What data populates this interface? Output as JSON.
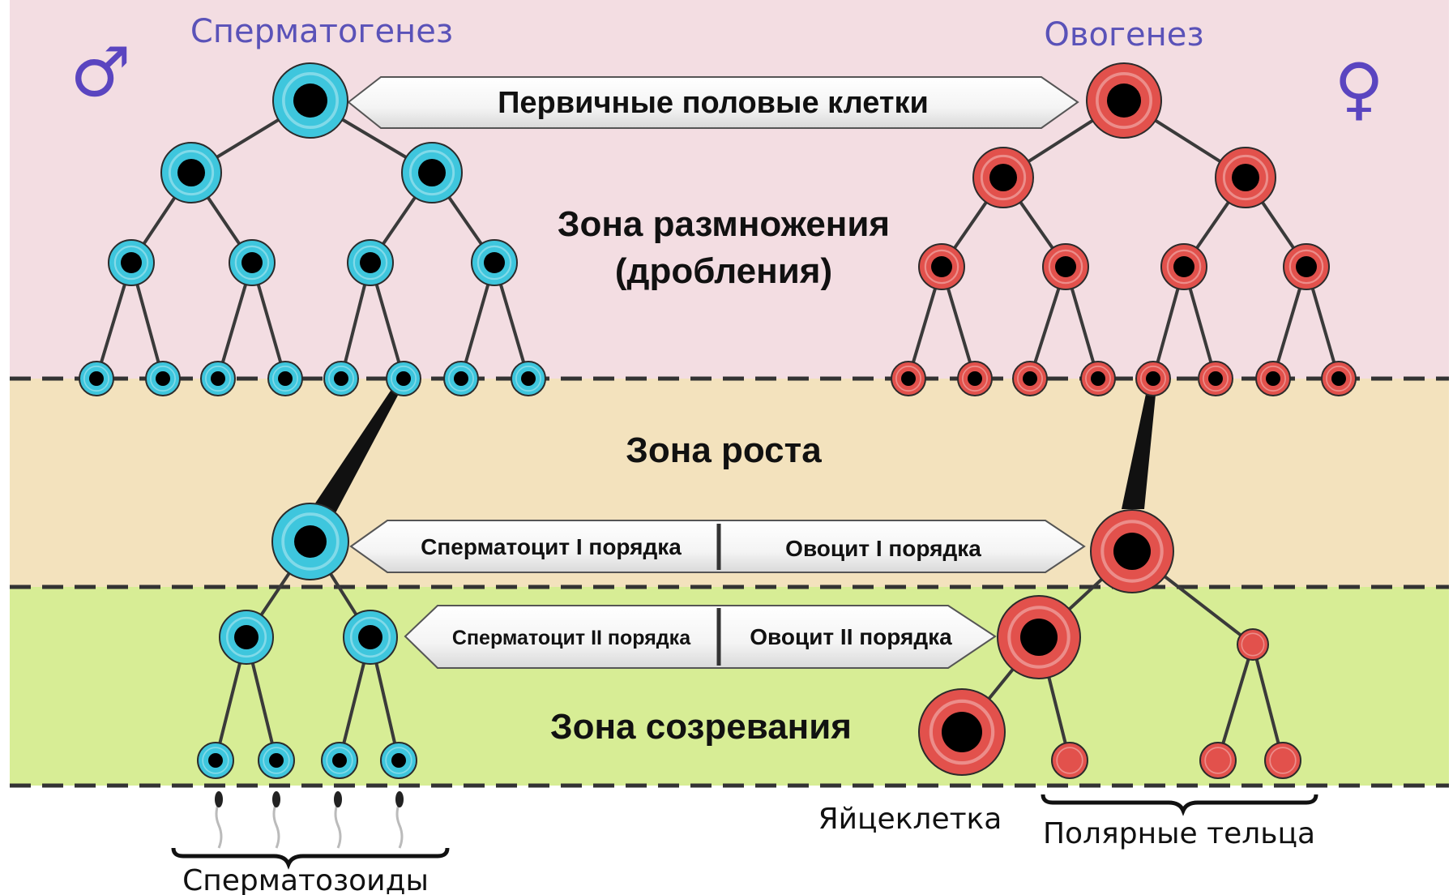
{
  "headers": {
    "male": "Сперматогенез",
    "female": "Овогенез",
    "male_symbol": "♂",
    "female_symbol": "♀"
  },
  "zones": {
    "reproduction_line1": "Зона размножения",
    "reproduction_line2": "(дробления)",
    "growth": "Зона роста",
    "maturation": "Зона созревания"
  },
  "arrows": {
    "primary": "Первичные половые клетки",
    "spermatocyte_1": "Сперматоцит I порядка",
    "oocyte_1": "Овоцит I порядка",
    "spermatocyte_2": "Сперматоцит II порядка",
    "oocyte_2": "Овоцит II порядка"
  },
  "bottom_labels": {
    "sperm": "Сперматозоиды",
    "egg": "Яйцеклетка",
    "polar": "Полярные тельца"
  },
  "colors": {
    "zone_reproduction": "#f3dde2",
    "zone_growth": "#f3e2bd",
    "zone_maturation": "#d7ed95",
    "male_cell": "#3ec6dd",
    "female_cell": "#e2514c",
    "nucleus": "#000000",
    "arrow_fill": "#ffffff"
  },
  "icons": {
    "male": "male-symbol-icon",
    "female": "female-symbol-icon"
  }
}
